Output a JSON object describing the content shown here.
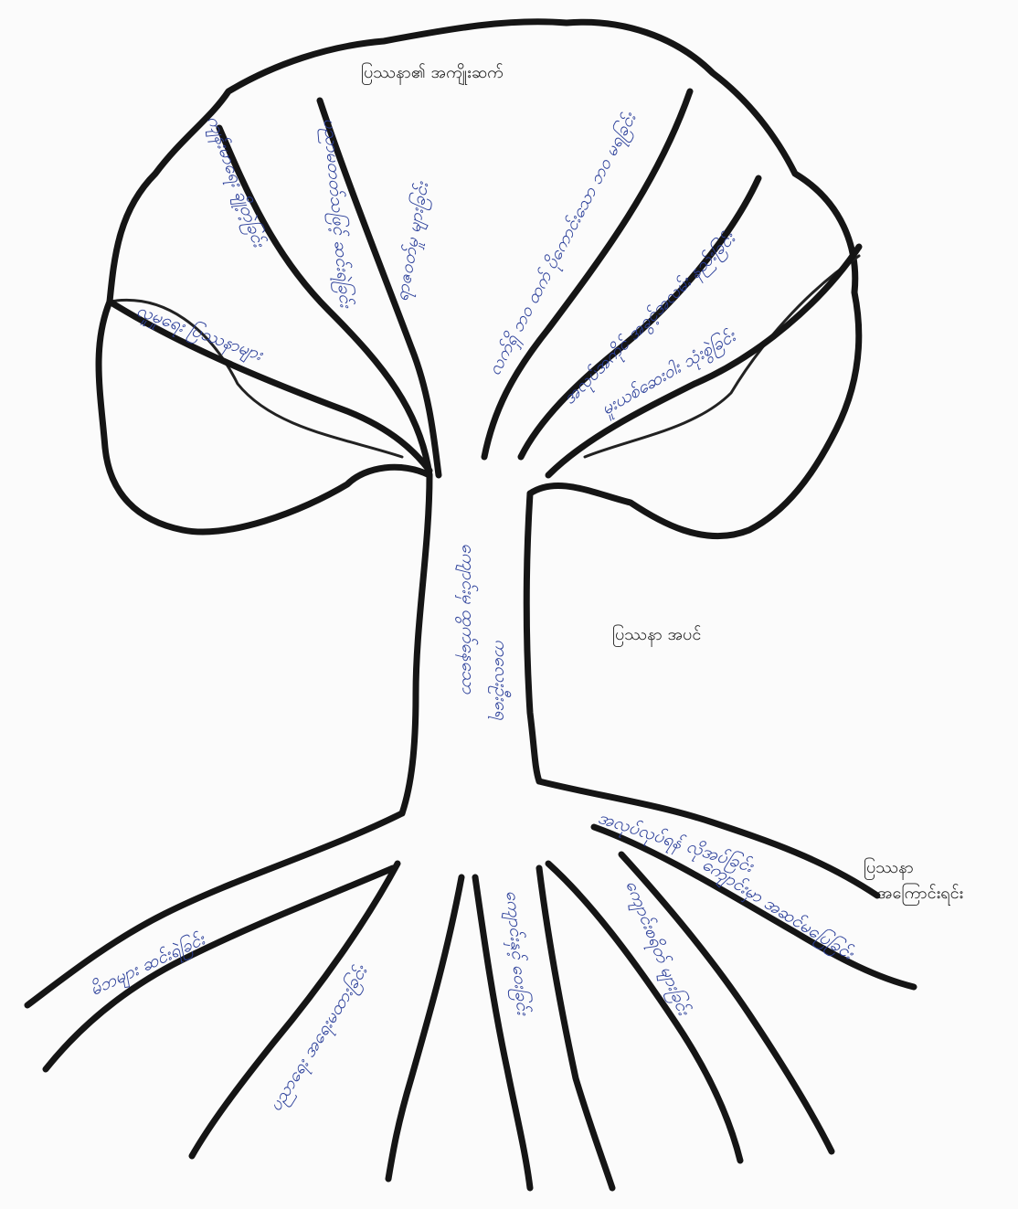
{
  "canopy_title": "ပြဿနာ၏ အကျိုးဆက်",
  "problem_label": "ပြဿနာ အပင်",
  "trunk_label_1": "ကျောင်းမှ ထွက်နေသော",
  "trunk_label_2": "ကလေးဦးရေ",
  "roots_title_1": "ပြဿနာ",
  "roots_title_2": "အကြောင်းရင်း",
  "branches": [
    "ကျန်းမာရေး ချို့တဲ့ခြင်း",
    "ပညာမတတ်သဖြင့် ဆင်းရဲခြင်း",
    "လူမှုရေး ပြဿနာများ",
    "လက်ရှိ ဘဝ ထက် ပိုကောင်းသော ဘဝ မရခြင်း",
    "အလုပ်အကိုင် အခွင့်အလမ်း နည်းခြင်း",
    "မူးယစ်ဆေးဝါး သုံးစွဲခြင်း",
    "ရာဇဝတ်မှု များခြင်း"
  ],
  "roots": [
    "မိဘများ ဆင်းရဲခြင်း",
    "ပညာရေး အရေးမထားခြင်း",
    "ကျောင်းနှင့် ဝေးခြင်း",
    "ကျောင်းစရိတ် များခြင်း",
    "အလုပ်လုပ်ရန် လိုအပ်ခြင်း",
    "ကျောင်းမှာ အဆင်မပြေခြင်း"
  ]
}
